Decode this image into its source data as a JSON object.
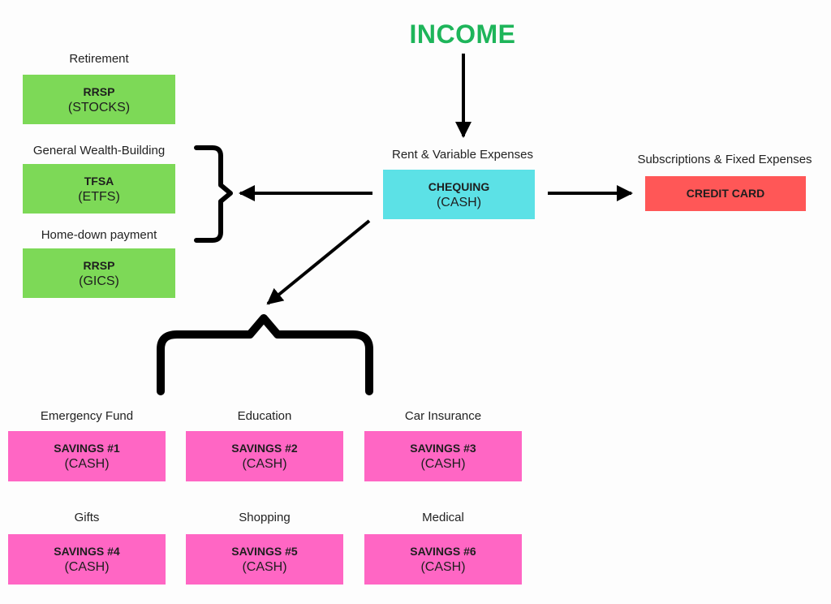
{
  "colors": {
    "income": "#1eb55a",
    "investment": "#7dd957",
    "chequing": "#5ce1e6",
    "credit": "#ff5757",
    "savings": "#ff66c4"
  },
  "income": {
    "title": "INCOME"
  },
  "chequing": {
    "caption": "Rent & Variable Expenses",
    "title": "CHEQUING",
    "sub": "(CASH)"
  },
  "credit": {
    "caption": "Subscriptions & Fixed Expenses",
    "title": "CREDIT CARD"
  },
  "investments": [
    {
      "caption": "Retirement",
      "title": "RRSP",
      "sub": "(STOCKS)"
    },
    {
      "caption": "General Wealth-Building",
      "title": "TFSA",
      "sub": "(ETFS)"
    },
    {
      "caption": "Home-down payment",
      "title": "RRSP",
      "sub": "(GICS)"
    }
  ],
  "savings": [
    {
      "caption": "Emergency Fund",
      "title": "SAVINGS #1",
      "sub": "(CASH)"
    },
    {
      "caption": "Education",
      "title": "SAVINGS #2",
      "sub": "(CASH)"
    },
    {
      "caption": "Car Insurance",
      "title": "SAVINGS #3",
      "sub": "(CASH)"
    },
    {
      "caption": "Gifts",
      "title": "SAVINGS #4",
      "sub": "(CASH)"
    },
    {
      "caption": "Shopping",
      "title": "SAVINGS #5",
      "sub": "(CASH)"
    },
    {
      "caption": "Medical",
      "title": "SAVINGS #6",
      "sub": "(CASH)"
    }
  ]
}
